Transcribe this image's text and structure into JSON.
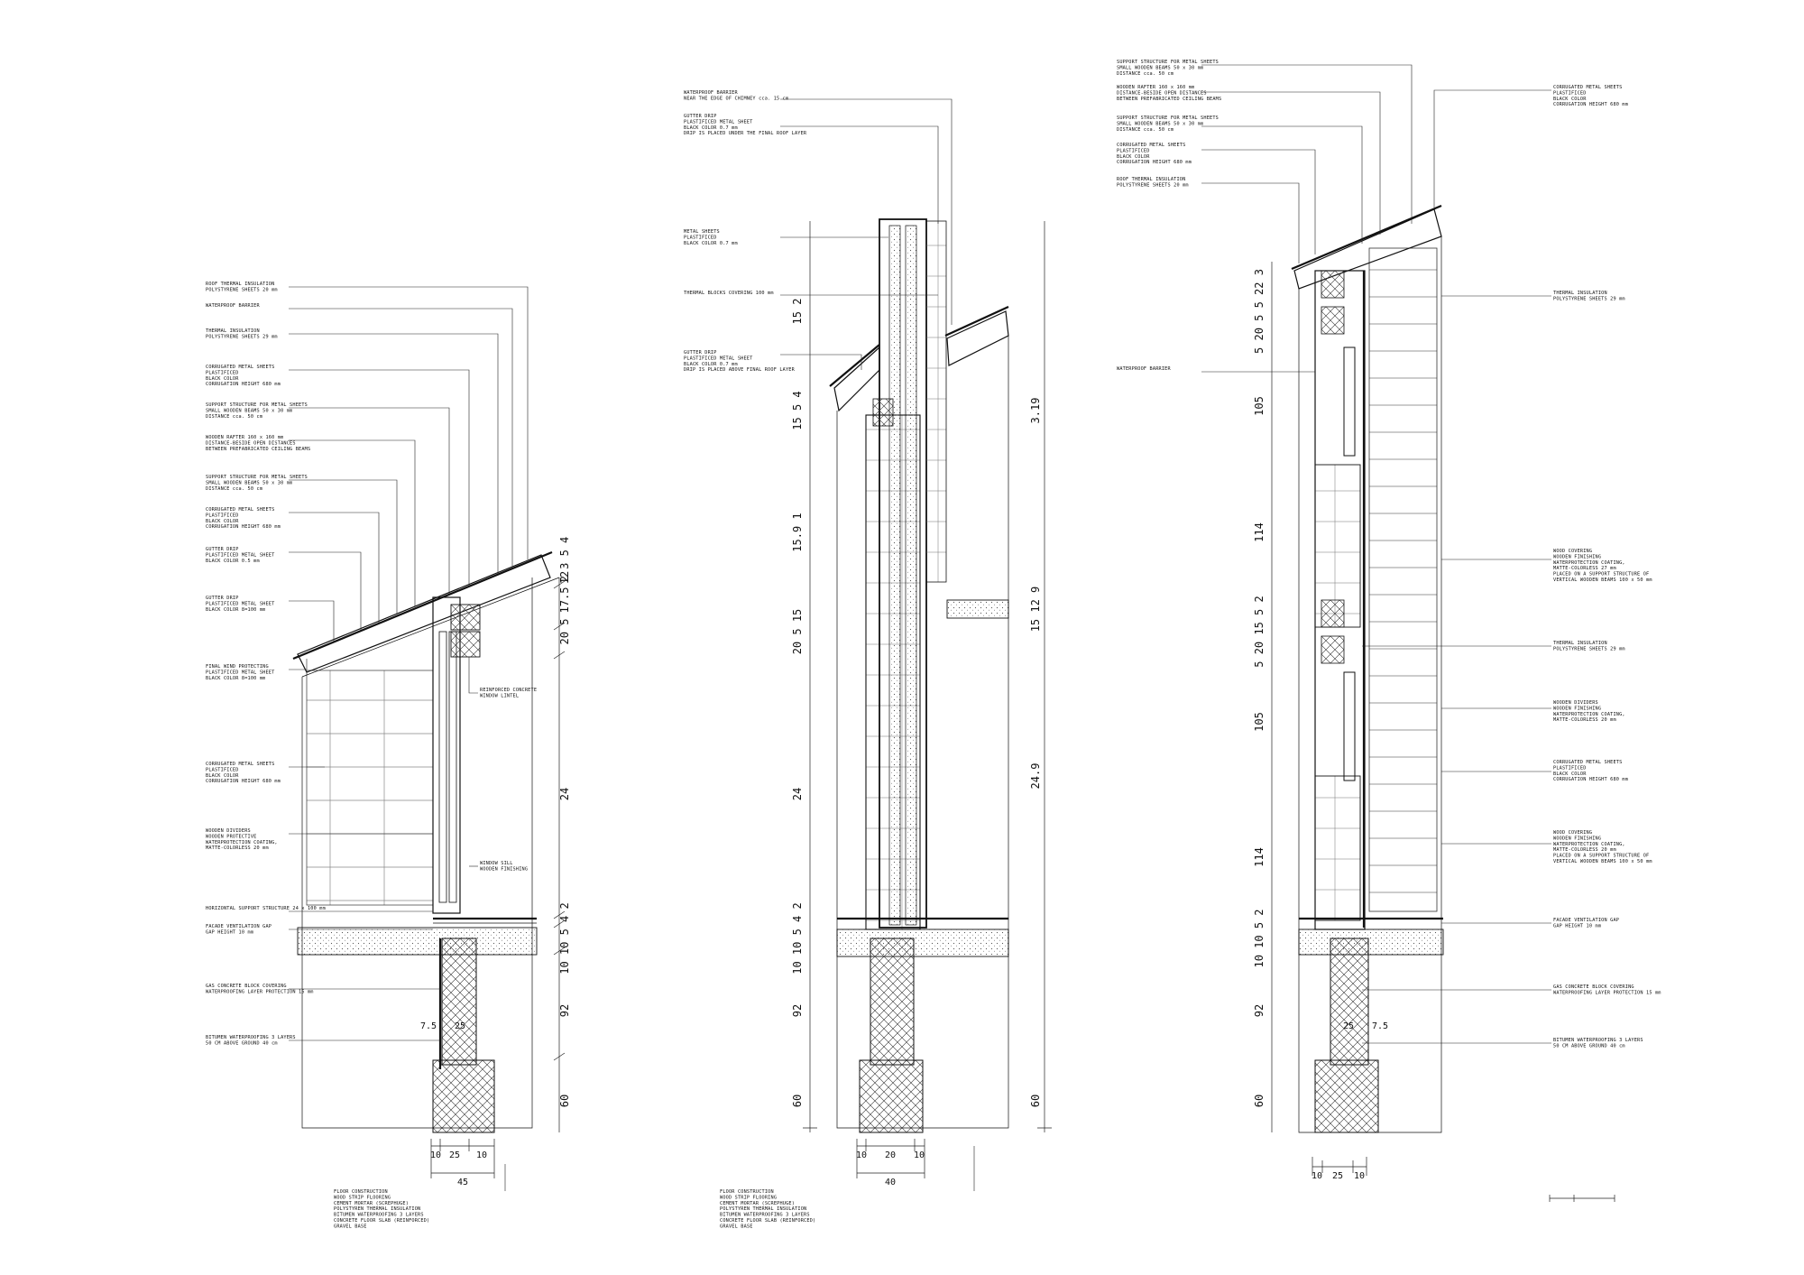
{
  "drawing": {
    "sections": [
      {
        "id": "left",
        "annotations": [
          "ROOF THERMAL INSULATION|POLYSTYRENE SHEETS 20 mm",
          "WATERPROOF BARRIER",
          "THERMAL INSULATION|POLYSTYRENE SHEETS 29 mm",
          "CORRUGATED METAL SHEETS|PLASTIFICED|BLACK COLOR|CORRUGATION HEIGHT 680 mm",
          "SUPPORT STRUCTURE FOR METAL SHEETS|SMALL WOODEN BEAMS 50 x 30 mm|DISTANCE cca. 50 cm",
          "WOODEN RAFTER 160 x 160 mm|DISTANCE-BESIDE OPEN DISTANCES|BETWEEN PREFABRICATED CEILING BEAMS",
          "SUPPORT STRUCTURE FOR METAL SHEETS|SMALL WOODEN BEAMS 50 x 30 mm|DISTANCE cca. 50 cm",
          "CORRUGATED METAL SHEETS|PLASTIFICED|BLACK COLOR|CORRUGATION HEIGHT 680 mm",
          "GUTTER DRIP|PLASTIFICED METAL SHEET|BLACK COLOR 0.5 mm",
          "GUTTER DRIP|PLASTIFICED METAL SHEET|BLACK COLOR 8=100 mm",
          "FINAL WIND PROTECTING|PLASTIFICED METAL SHEET|BLACK COLOR 8=100 mm",
          "CORRUGATED METAL SHEETS|PLASTIFICED|BLACK COLOR|CORRUGATION HEIGHT 680 mm",
          "WOODEN DIVIDERS|WOODEN PROTECTIVE|WATERPROTECTION COATING,|MATTE-COLORLESS 20 mm",
          "HORIZONTAL SUPPORT STRUCTURE 24 x 100 mm",
          "FACADE VENTILATION GAP|GAP HEIGHT 10 mm",
          "GAS CONCRETE BLOCK COVERING|WATERPROOFING LAYER PROTECTION 15 mm",
          "BITUMEN WATERPROOFING 3 LAYERS|50 CM ABOVE GROUND 40 cm"
        ],
        "right_annotations": [
          "REINFORCED CONCRETE|WINDOW LINTEL",
          "WINDOW SILL|WOODEN FINISHING"
        ],
        "vertical_dims": [
          "92",
          "10 10 5 4 2",
          "24",
          "20 5",
          "17.5",
          "60",
          "2 3 5 4",
          "12"
        ],
        "bottom_dims": [
          "10",
          "25",
          "10",
          "45",
          "7.5",
          "25"
        ],
        "floor_note": "FLOOR CONSTRUCTION|WOOD STRIP FLOORING|CEMENT MORTAR (SCREPHUGE)|POLYSTYREN THERMAL INSULATION|BITUMEN WATERPROOFING 3 LAYERS|CONCRETE FLOOR SLAB (REINFORCED)|GRAVEL BASE"
      },
      {
        "id": "middle",
        "annotations": [
          "WATERPROOF BARRIER|NEAR THE EDGE OF CHIMNEY cca. 15 cm",
          "GUTTER DRIP|PLASTIFICED METAL SHEET|BLACK COLOR 0.7 mm|DRIP IS PLACED UNDER THE FINAL ROOF LAYER",
          "METAL SHEETS|PLASTIFICED|BLACK COLOR 0.7 mm",
          "THERMAL BLOCKS COVERING 100 mm",
          "GUTTER DRIP|PLASTIFICED METAL SHEET|BLACK COLOR 0.7 mm|DRIP IS PLACED ABOVE FINAL ROOF LAYER"
        ],
        "vertical_dims": [
          "60",
          "92",
          "10 10 5 4 2",
          "24",
          "20 5 15",
          "15.9 1",
          "15 5 4",
          "15 2"
        ],
        "right_dims": [
          "60",
          "24.9",
          "15 12 9",
          "3.19"
        ],
        "bottom_dims": [
          "10",
          "20",
          "10",
          "40"
        ],
        "floor_note": "FLOOR CONSTRUCTION|WOOD STRIP FLOORING|CEMENT MORTAR (SCREPHUGE)|POLYSTYREN THERMAL INSULATION|BITUMEN WATERPROOFING 3 LAYERS|CONCRETE FLOOR SLAB (REINFORCED)|GRAVEL BASE"
      },
      {
        "id": "right",
        "annotations": [
          "SUPPORT STRUCTURE FOR METAL SHEETS|SMALL WOODEN BEAMS 50 x 30 mm|DISTANCE cca. 50 cm",
          "WOODEN RAFTER 160 x 160 mm|DISTANCE-BESIDE OPEN DISTANCES|BETWEEN PREFABRICATED CEILING BEAMS",
          "SUPPORT STRUCTURE FOR METAL SHEETS|SMALL WOODEN BEAMS 50 x 30 mm|DISTANCE cca. 50 cm",
          "CORRUGATED METAL SHEETS|PLASTIFICED|BLACK COLOR|CORRUGATION HEIGHT 680 mm",
          "ROOF THERMAL INSULATION|POLYSTYRENE SHEETS 20 mm",
          "WATERPROOF BARRIER"
        ],
        "right_annotations": [
          "CORRUGATED METAL SHEETS|PLASTIFICED|BLACK COLOR|CORRUGATION HEIGHT 680 mm",
          "THERMAL INSULATION|POLYSTYRENE SHEETS 29 mm",
          "WOOD COVERING|WOODEN FINISHING|WATERPROTECTION COATING,|MATTE-COLORLESS 27 mm|PLACED ON A SUPPORT STRUCTURE OF|VERTICAL WOODEN BEAMS 100 x 50 mm",
          "THERMAL INSULATION|POLYSTYRENE SHEETS 29 mm",
          "WOODEN DIVIDERS|WOODEN FINISHING|WATERPROTECTION COATING,|MATTE-COLORLESS 20 mm",
          "CORRUGATED METAL SHEETS|PLASTIFICED|BLACK COLOR|CORRUGATION HEIGHT 680 mm",
          "WOOD COVERING|WOODEN FINISHING|WATERPROTECTION COATING,|MATTE-COLORLESS 20 mm|PLACED ON A SUPPORT STRUCTURE OF|VERTICAL WOODEN BEAMS 100 x 50 mm",
          "FACADE VENTILATION GAP|GAP HEIGHT 10 mm",
          "GAS CONCRETE BLOCK COVERING|WATERPROOFING LAYER PROTECTION 15 mm",
          "BITUMEN WATERPROOFING 3 LAYERS|50 CM ABOVE GROUND 40 cm"
        ],
        "vertical_dims": [
          "60",
          "92",
          "10 10 5 2",
          "114",
          "105",
          "5 20 15 5 2",
          "114",
          "105",
          "5 20 5 5 22 3"
        ],
        "bottom_dims": [
          "10",
          "25",
          "10",
          "25",
          "7.5"
        ]
      }
    ]
  }
}
